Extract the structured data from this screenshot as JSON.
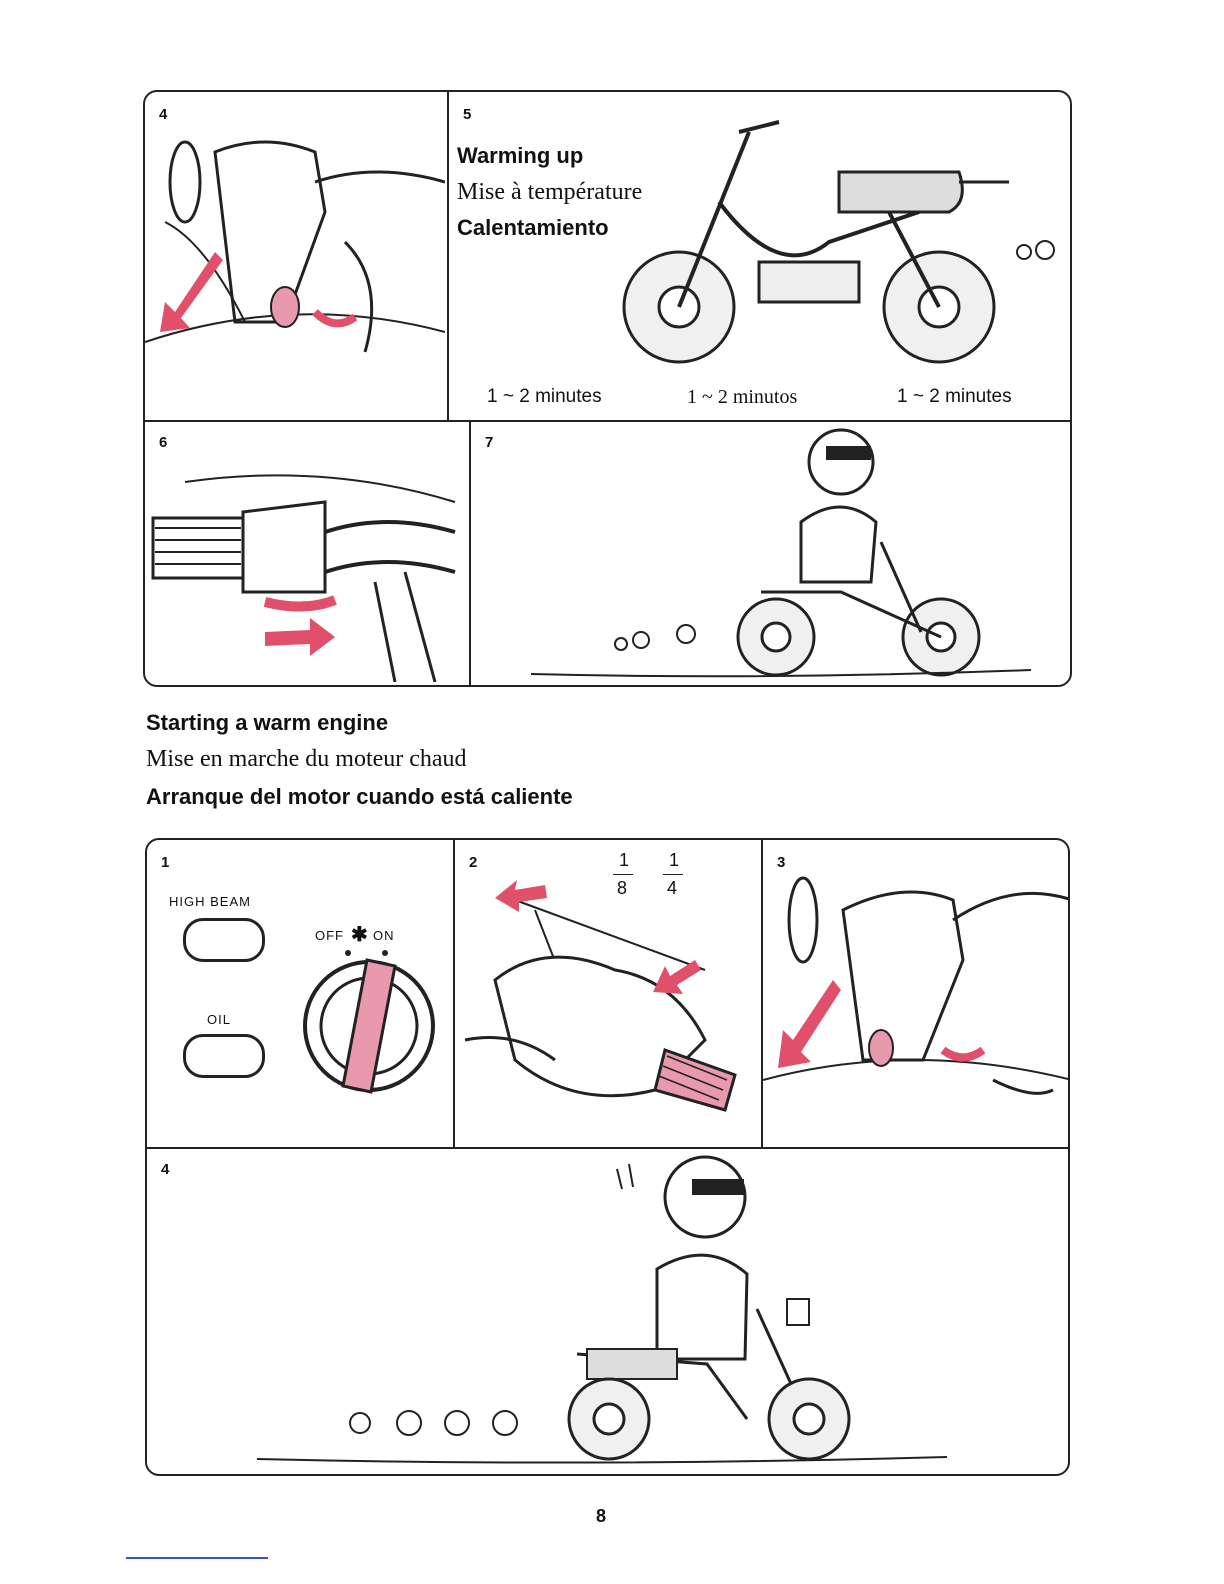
{
  "top_section": {
    "panels": [
      {
        "number": "4"
      },
      {
        "number": "5",
        "title_en": "Warming up",
        "title_fr": "Mise à température",
        "title_es": "Calentamiento",
        "duration_en": "1 ~ 2 minutes",
        "duration_es": "1 ~ 2 minutos",
        "duration_fr": "1 ~ 2 minutes"
      },
      {
        "number": "6"
      },
      {
        "number": "7"
      }
    ]
  },
  "section_heading": {
    "en": "Starting a warm engine",
    "fr": "Mise en marche du moteur chaud",
    "es": "Arranque del motor cuando está caliente"
  },
  "bottom_section": {
    "panels": [
      {
        "number": "1",
        "high_beam_label": "HIGH BEAM",
        "oil_label": "OIL",
        "off_label": "OFF",
        "on_label": "ON"
      },
      {
        "number": "2",
        "frac1_num": "1",
        "frac1_den": "8",
        "frac2_num": "1",
        "frac2_den": "4"
      },
      {
        "number": "3"
      },
      {
        "number": "4"
      }
    ]
  },
  "page_number": "8",
  "colors": {
    "accent_red": "#e0506a",
    "accent_pink": "#e899ad",
    "line": "#222222"
  }
}
